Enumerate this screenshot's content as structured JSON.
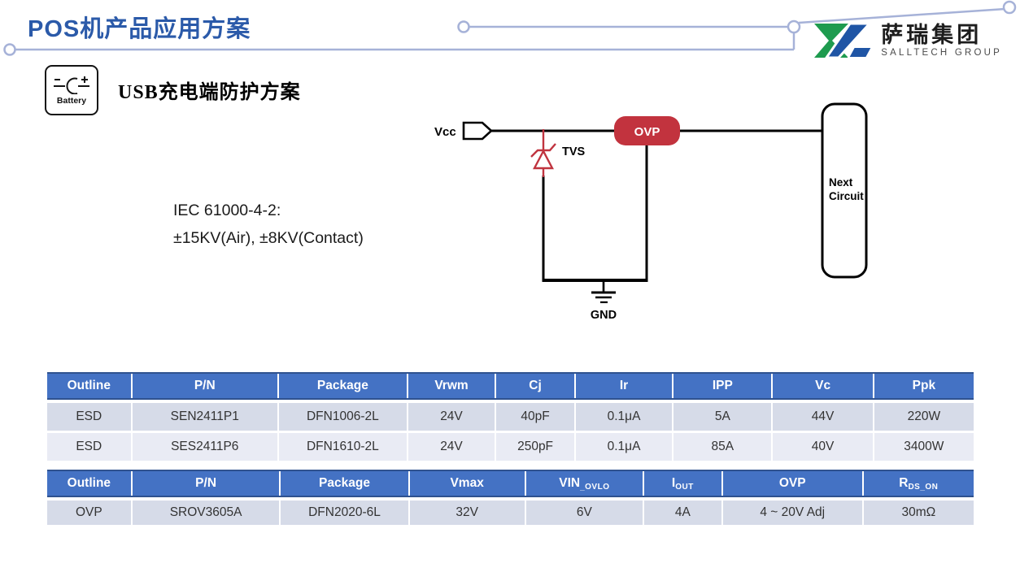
{
  "slide": {
    "title": "POS机产品应用方案",
    "battery_label": "Battery",
    "section_heading": "USB充电端防护方案",
    "note_line1": "IEC 61000-4-2:",
    "note_line2": "±15KV(Air), ±8KV(Contact)"
  },
  "logo": {
    "cn": "萨瑞集团",
    "en": "SALLTECH GROUP"
  },
  "circuit": {
    "vcc_label": "Vcc",
    "tvs_label": "TVS",
    "ovp_label": "OVP",
    "next_line1": "Next",
    "next_line2": "Circuit",
    "gnd_label": "GND"
  },
  "colors": {
    "title_blue": "#2B5AA9",
    "deco_line": "#A6B2D8",
    "table_header_blue": "#4472C4",
    "table_header_border": "#2F528F",
    "row_dark": "#D6DBE8",
    "row_light": "#E9EBF4",
    "circuit_red": "#C0343F",
    "logo_green": "#1E9B4F",
    "logo_blue": "#1F55A5"
  },
  "tables": [
    {
      "headers": [
        "Outline",
        "P/N",
        "Package",
        "Vrwm",
        "Cj",
        "Ir",
        "IPP",
        "Vc",
        "Ppk"
      ],
      "rows": [
        [
          "ESD",
          "SEN2411P1",
          "DFN1006-2L",
          "24V",
          "40pF",
          "0.1μA",
          "5A",
          "44V",
          "220W"
        ],
        [
          "ESD",
          "SES2411P6",
          "DFN1610-2L",
          "24V",
          "250pF",
          "0.1μA",
          "85A",
          "40V",
          "3400W"
        ]
      ]
    },
    {
      "headers": [
        "Outline",
        "P/N",
        "Package",
        "Vmax",
        {
          "base": "VIN",
          "sub": "_OVLO"
        },
        {
          "base": "I",
          "sub": "OUT"
        },
        "OVP",
        {
          "base": "R",
          "sub": "DS_ON"
        }
      ],
      "rows": [
        [
          "OVP",
          "SROV3605A",
          "DFN2020-6L",
          "32V",
          "6V",
          "4A",
          "4 ~ 20V Adj",
          "30mΩ"
        ]
      ]
    }
  ]
}
